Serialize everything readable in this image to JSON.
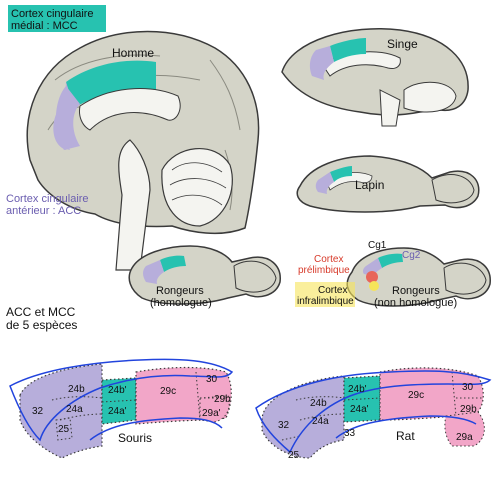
{
  "labels": {
    "mcc_line1": "Cortex cingulaire",
    "mcc_line2": "médial : MCC",
    "acc_line1": "Cortex cingulaire",
    "acc_line2": "antérieur : ACC",
    "homme": "Homme",
    "singe": "Singe",
    "lapin": "Lapin",
    "rong_h1": "Rongeurs",
    "rong_h2": "(homologue)",
    "rong_n1": "Rongeurs",
    "rong_n2": "(non homologue)",
    "cg1": "Cg1",
    "cg2": "Cg2",
    "prel1": "Cortex",
    "prel2": "prélimbique",
    "infra1": "Cortex",
    "infra2": "infralimbique",
    "species1": "ACC et MCC",
    "species2": "de 5 espèces",
    "souris": "Souris",
    "rat": "Rat"
  },
  "areas": {
    "a24b": "24b",
    "a24a": "24a",
    "a24b_prime": "24b'",
    "a24a_prime": "24a'",
    "a29c": "29c",
    "a30": "30",
    "a29b": "29b",
    "a29a": "29a'",
    "a29a_rat": "29a",
    "a32": "32",
    "a25": "25",
    "a33": "33"
  },
  "colors": {
    "brain": "#d4d4c8",
    "outline": "#3a3a3a",
    "mcc": "#27c2b0",
    "acc": "#b7aedb",
    "prelimbic": "#e8655a",
    "infralimbic": "#f6e45a",
    "rsc": "#f2a6c8",
    "border_line": "#2244dd",
    "mcc_label_bg": "#27c2b0",
    "acc_label_color": "#6b5eb0",
    "prel_label_color": "#d73a2a",
    "infra_label_bg": "#f6e45a"
  }
}
